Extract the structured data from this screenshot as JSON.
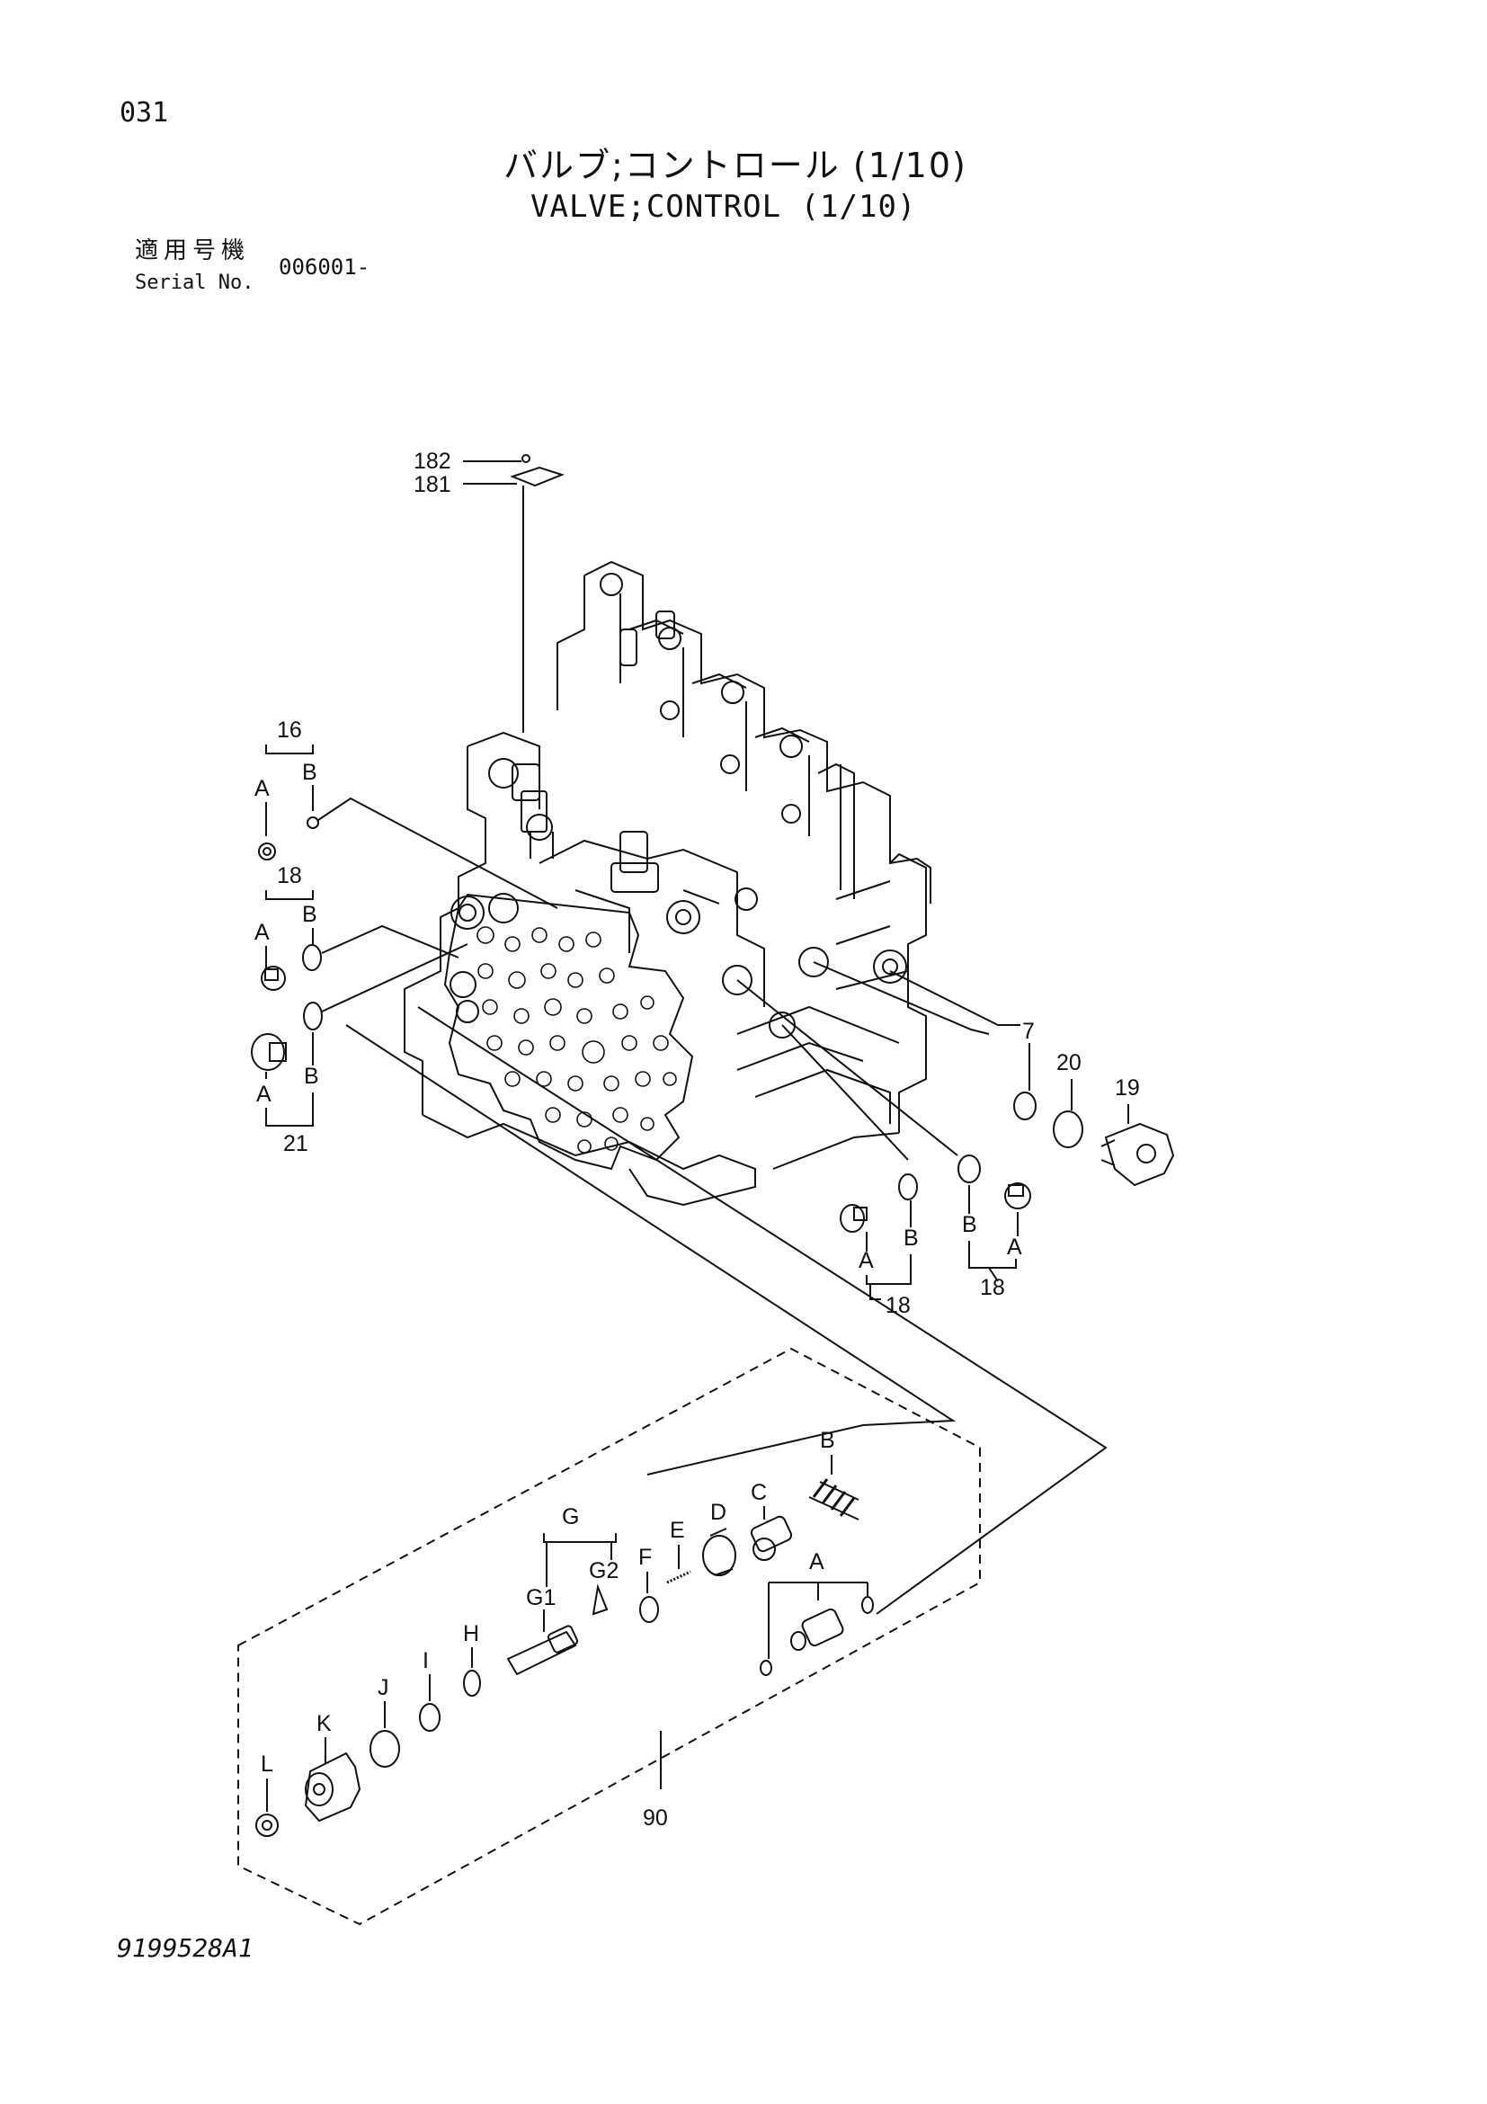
{
  "header": {
    "page_number": "031",
    "title_jp": "バルブ;コントロール (1/10)",
    "title_en": "VALVE;CONTROL (1/10)",
    "serial_label_jp": "適用号機",
    "serial_label_en": "Serial No.",
    "serial_value": "006001-"
  },
  "footer": {
    "drawing_number": "9199528A1"
  },
  "callouts": {
    "c182": "182",
    "c181": "181",
    "c16": "16",
    "c16A": "A",
    "c16B": "B",
    "c18a": "18",
    "c18aA": "A",
    "c18aB": "B",
    "c21": "21",
    "c21A": "A",
    "c21B": "B",
    "c7": "7",
    "c20": "20",
    "c19": "19",
    "c18b": "18",
    "c18bA": "A",
    "c18bB": "B",
    "c18c": "18",
    "c18cA": "A",
    "c18cB": "B",
    "c90": "90",
    "kitB": "B",
    "kitC": "C",
    "kitD": "D",
    "kitE": "E",
    "kitF": "F",
    "kitG": "G",
    "kitG1": "G1",
    "kitG2": "G2",
    "kitH": "H",
    "kitI": "I",
    "kitJ": "J",
    "kitK": "K",
    "kitL": "L",
    "kitA": "A"
  }
}
